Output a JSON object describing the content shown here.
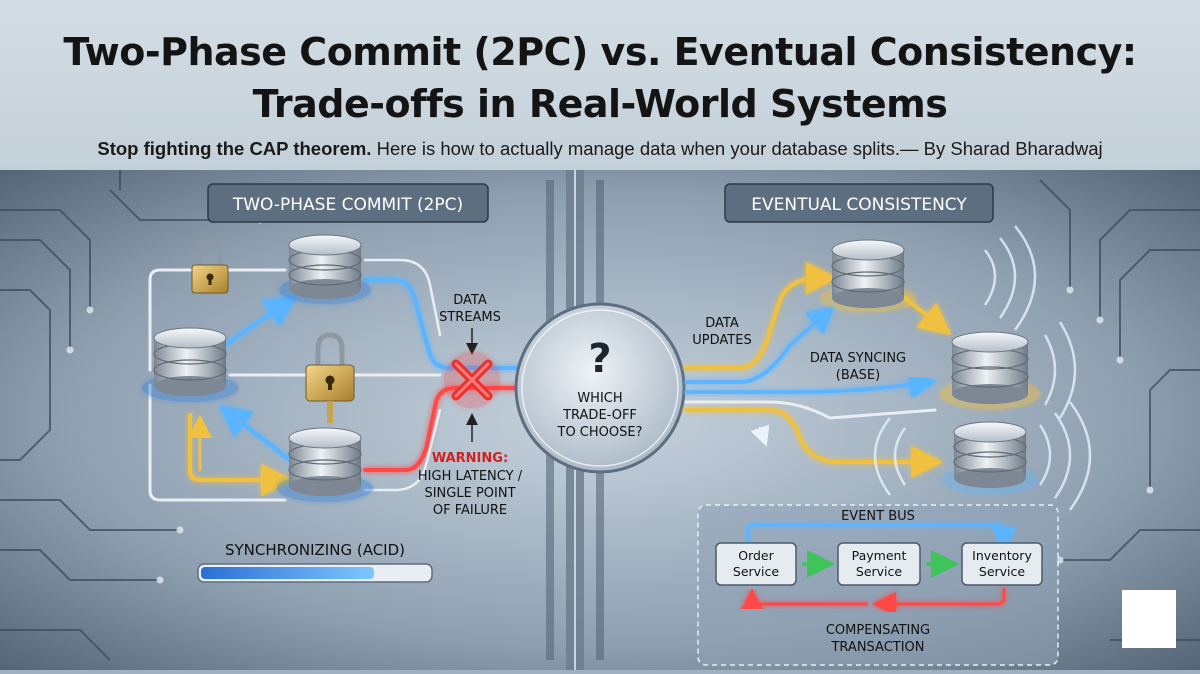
{
  "header": {
    "title_line1": "Two-Phase Commit (2PC) vs. Eventual Consistency:",
    "title_line2": "Trade-offs in Real-World Systems",
    "subtitle_bold": "Stop fighting the CAP theorem.",
    "subtitle_rest": " Here is how to actually manage data when your database splits.— By Sharad Bharadwaj"
  },
  "left_panel": {
    "heading": "TWO-PHASE COMMIT (2PC)",
    "data_streams": [
      "DATA",
      "STREAMS"
    ],
    "warning_label": "WARNING:",
    "warning_lines": [
      "HIGH LATENCY /",
      "SINGLE POINT",
      "OF FAILURE"
    ],
    "progress_label": "SYNCHRONIZING (ACID)",
    "progress_fraction": 0.76
  },
  "center": {
    "symbol": "?",
    "lines": [
      "WHICH",
      "TRADE-OFF",
      "TO CHOOSE?"
    ]
  },
  "right_panel": {
    "heading": "EVENTUAL CONSISTENCY",
    "data_updates": [
      "DATA",
      "UPDATES"
    ],
    "data_syncing": [
      "DATA SYNCING",
      "(BASE)"
    ],
    "event_bus": {
      "title": "EVENT BUS",
      "services": [
        [
          "Order",
          "Service"
        ],
        [
          "Payment",
          "Service"
        ],
        [
          "Inventory",
          "Service"
        ]
      ],
      "compensating": [
        "COMPENSATING",
        "TRANSACTION"
      ]
    }
  },
  "colors": {
    "blue_flow": "#5ab4ff",
    "gold_flow": "#f0c040",
    "red_flow": "#ff4a4a",
    "green_flow": "#3ec45a",
    "panel_bg": "#8fa3b6",
    "label_box": "#5d6e80"
  }
}
